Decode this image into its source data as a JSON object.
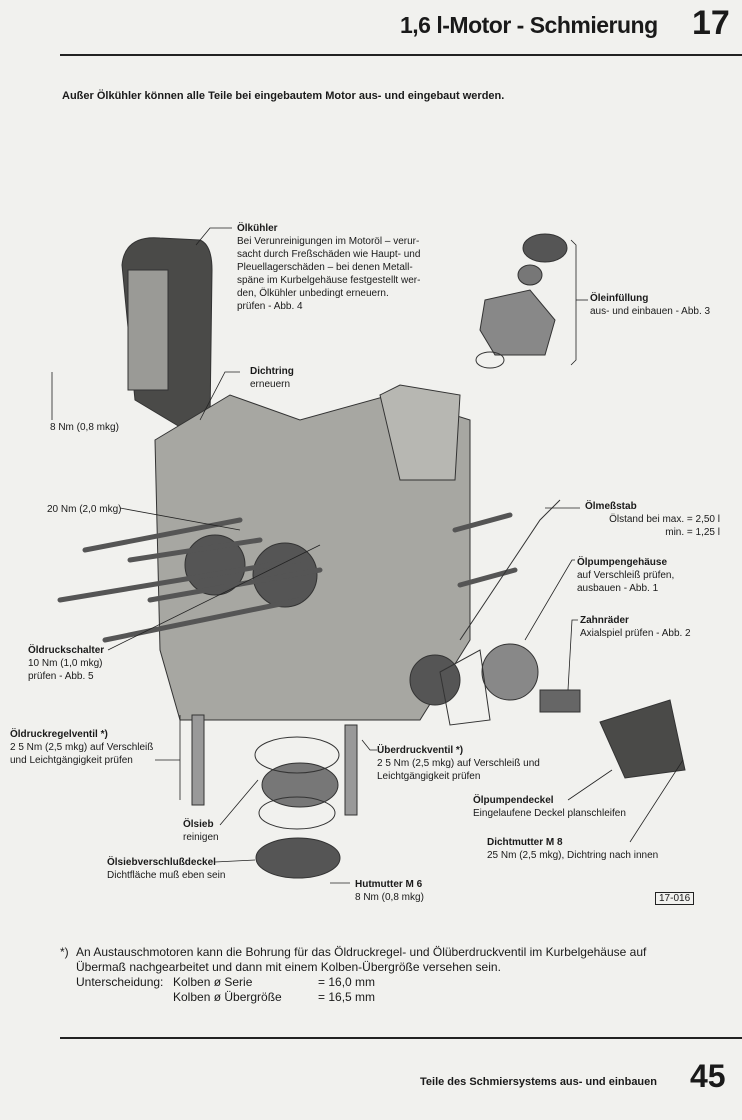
{
  "header": {
    "title": "1,6 l-Motor - Schmierung",
    "chapter": "17"
  },
  "subtitle": "Außer Ölkühler können alle Teile bei eingebautem Motor aus- und eingebaut werden.",
  "labels": {
    "oelkuehler": {
      "title": "Ölkühler",
      "text": [
        "Bei Verunreinigungen im Motoröl – verur-",
        "sacht durch Freßschäden wie Haupt- und",
        "Pleuellagerschäden – bei denen Metall-",
        "späne im Kurbelgehäuse festgestellt wer-",
        "den, Ölkühler unbedingt erneuern.",
        "prüfen - Abb. 4"
      ]
    },
    "oeleinfuellung": {
      "title": "Öleinfüllung",
      "text": "aus- und einbauen - Abb. 3"
    },
    "dichtring": {
      "title": "Dichtring",
      "text": "erneuern"
    },
    "torque8": "8 Nm (0,8 mkg)",
    "torque20": "20 Nm (2,0 mkg)",
    "oelmessstab": {
      "title": "Ölmeßstab",
      "line1": "Ölstand bei  max. = 2,50 l",
      "line2": "min. = 1,25 l"
    },
    "oelpumpengehaeuse": {
      "title": "Ölpumpengehäuse",
      "text": [
        "auf Verschleiß prüfen,",
        "ausbauen - Abb. 1"
      ]
    },
    "zahnraeder": {
      "title": "Zahnräder",
      "text": "Axialspiel prüfen - Abb. 2"
    },
    "oeldruckschalter": {
      "title": "Öldruckschalter",
      "text": [
        "10 Nm (1,0 mkg)",
        "prüfen - Abb. 5"
      ]
    },
    "oeldruckregelventil": {
      "title": "Öldruckregelventil *)",
      "text": [
        "2 5 Nm (2,5 mkg) auf Verschleiß",
        "und  Leichtgängigkeit prüfen"
      ]
    },
    "ueberdruckventil": {
      "title": "Überdruckventil *)",
      "text": [
        "2 5 Nm (2,5 mkg) auf Verschleiß und",
        "Leichtgängigkeit prüfen"
      ]
    },
    "oelpumpendeckel": {
      "title": "Ölpumpendeckel",
      "text": "Eingelaufene Deckel planschleifen"
    },
    "oelsieb": {
      "title": "Ölsieb",
      "text": "reinigen"
    },
    "dichtmutter": {
      "title": "Dichtmutter M 8",
      "text": "25 Nm (2,5 mkg), Dichtring nach innen"
    },
    "verschlussdeckel": {
      "title": "Ölsiebverschlußdeckel",
      "text": "Dichtfläche muß eben sein"
    },
    "hutmutter": {
      "title": "Hutmutter M 6",
      "text": "8 Nm (0,8 mkg)"
    },
    "figure_code": "17-016"
  },
  "footnote": {
    "mark": "*)",
    "line1": "An Austauschmotoren kann die Bohrung für das Öldruckregel- und Ölüberdruckventil im Kurbelgehäuse auf",
    "line2": "Übermaß nachgearbeitet und dann mit einem Kolben-Übergröße versehen sein.",
    "label": "Unterscheidung:",
    "rows": [
      {
        "name": "Kolben ø Serie",
        "value": "= 16,0 mm"
      },
      {
        "name": "Kolben ø Übergröße",
        "value": "= 16,5 mm"
      }
    ]
  },
  "footer": {
    "text": "Teile des Schmiersystems aus- und einbauen",
    "page": "45"
  }
}
